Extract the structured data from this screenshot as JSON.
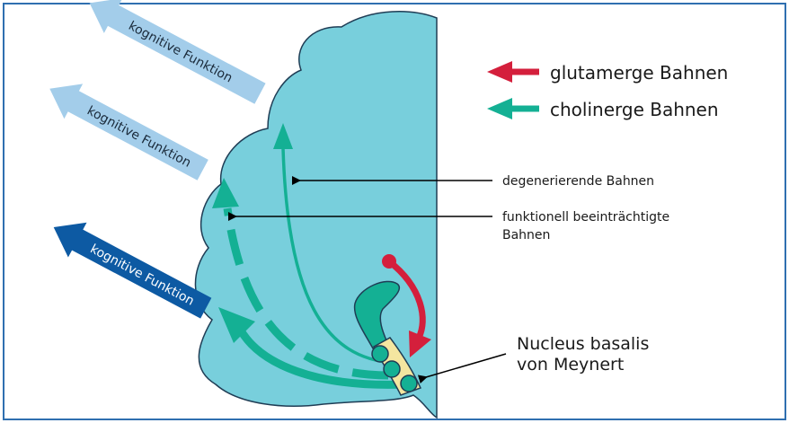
{
  "legend": {
    "glutamatergic": "glutamerge Bahnen",
    "cholinergic": "cholinerge Bahnen"
  },
  "arrows": {
    "cognitive_1": "kognitive Funktion",
    "cognitive_2": "kognitive Funktion",
    "cognitive_3": "kognitive Funktion"
  },
  "labels": {
    "degenerating": "degenerierende Bahnen",
    "impaired_line1": "funktionell beeinträchtigte",
    "impaired_line2": "Bahnen",
    "nucleus_line1": "Nucleus basalis",
    "nucleus_line2": "von Meynert"
  },
  "colors": {
    "frame": "#2f6fb0",
    "brain_fill": "#78cfdc",
    "brain_stroke": "#1f3d55",
    "cholinergic": "#14b094",
    "glutamatergic": "#d41f3c",
    "nucleus_yellow": "#f4e6a0",
    "arrow_light": "#a3cdea",
    "arrow_dark": "#0d5aa3"
  }
}
